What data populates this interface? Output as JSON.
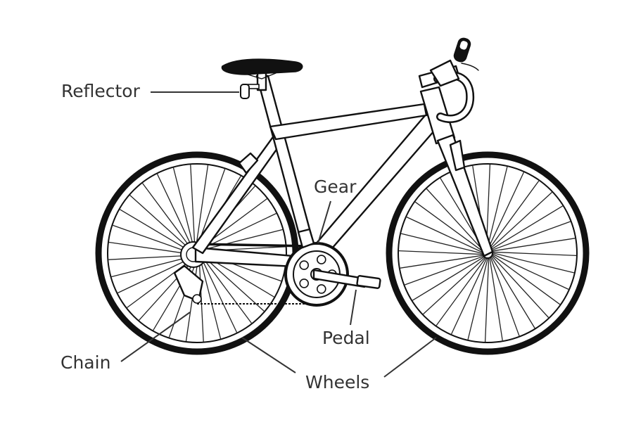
{
  "diagram": {
    "labels": {
      "reflector": "Reflector",
      "gear": "Gear",
      "pedal": "Pedal",
      "chain": "Chain",
      "wheels": "Wheels"
    },
    "colors": {
      "ink": "#111111",
      "label": "#333333",
      "background": "#ffffff"
    }
  }
}
